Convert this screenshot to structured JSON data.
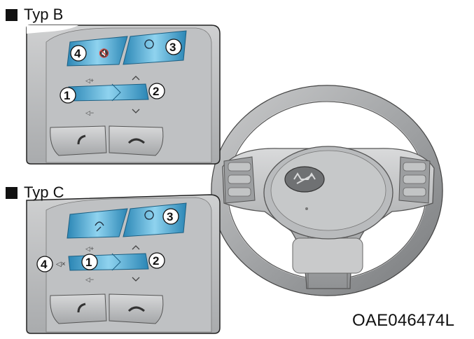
{
  "figure": {
    "code": "OAE046474L",
    "panels": [
      {
        "title": "Typ B",
        "callouts": [
          "1",
          "2",
          "3",
          "4"
        ],
        "symbols": {
          "mute": "mute-icon",
          "mode": "mode-icon",
          "vol_up": "volume-up-icon",
          "vol_down": "volume-down-icon",
          "up": "chevron-up-icon",
          "down": "chevron-down-icon",
          "call": "call-answer-icon",
          "end": "call-end-icon"
        }
      },
      {
        "title": "Typ C",
        "callouts": [
          "1",
          "2",
          "3",
          "4"
        ],
        "symbols": {
          "voice": "voice-recognition-icon",
          "mode": "mode-icon",
          "mute": "mute-icon",
          "vol_up": "volume-up-icon",
          "vol_down": "volume-down-icon",
          "up": "chevron-up-icon",
          "down": "chevron-down-icon",
          "call": "call-answer-icon",
          "end": "call-end-icon"
        }
      }
    ],
    "colors": {
      "highlight": "#3a9ac4",
      "highlight_light": "#8fd3ef",
      "panel_gray": "#b7b9bb",
      "wheel_gray": "#8e9092"
    }
  }
}
